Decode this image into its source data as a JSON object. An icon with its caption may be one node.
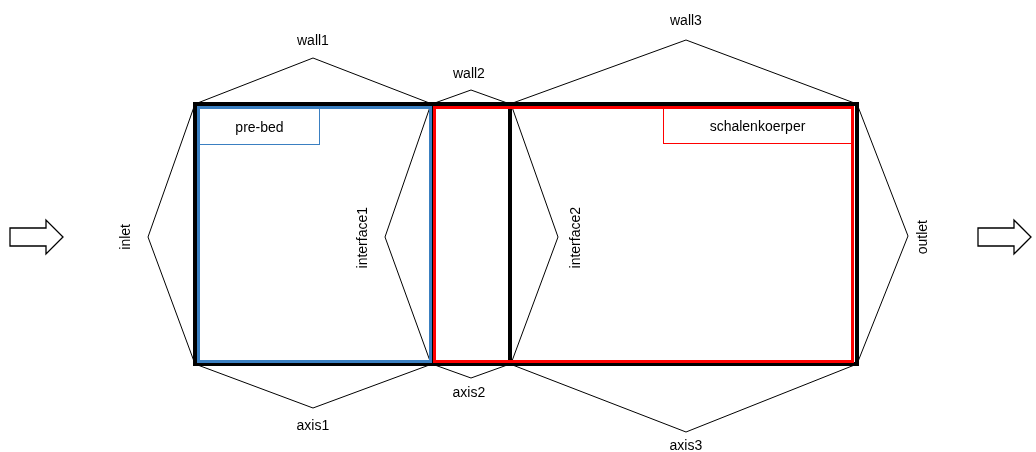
{
  "diagram": {
    "nodes": [
      {
        "text": [
          "pre-bed"
        ]
      },
      {
        "text": [
          "schalenkoerper"
        ]
      }
    ],
    "labels": [
      "wall3",
      "wall1",
      "wall2",
      "inlet",
      "interface1",
      "interface2",
      "outlet",
      "axis2",
      "axis1",
      "axis3"
    ]
  }
}
